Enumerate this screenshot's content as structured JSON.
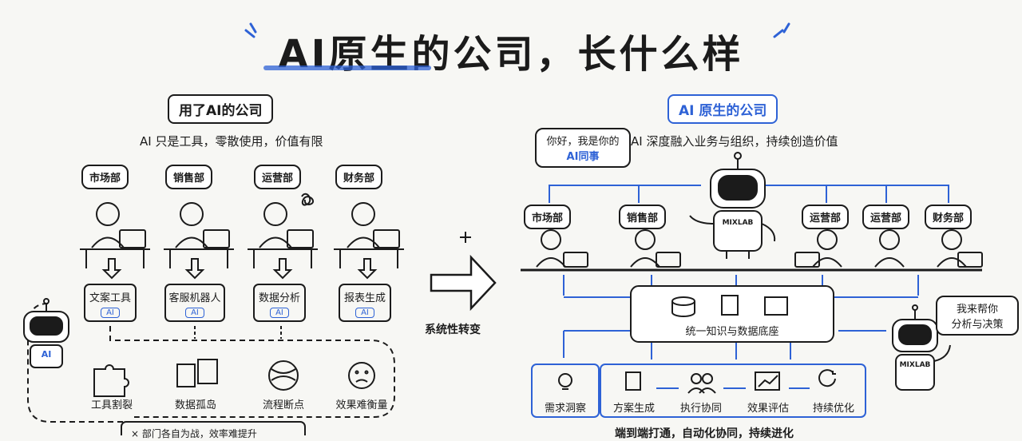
{
  "title": "AI原生的公司，长什么样",
  "left": {
    "header": "用了AI的公司",
    "subtitle": "AI 只是工具，零散使用，价值有限",
    "departments": [
      "市场部",
      "销售部",
      "运营部",
      "财务部"
    ],
    "tools": [
      "文案工具",
      "客服机器人",
      "数据分析",
      "报表生成"
    ],
    "ai_chip": "AI",
    "robot_badge": "AI",
    "problems": [
      "工具割裂",
      "数据孤岛",
      "流程断点",
      "效果难衡量"
    ],
    "footer_note": "× 部门各自为战，效率难提升"
  },
  "middle": {
    "transition": "系统性转变"
  },
  "right": {
    "header": "AI 原生的公司",
    "subtitle": "AI 深度融入业务与组织，持续创造价值",
    "greeting_line1": "你好，我是你的",
    "greeting_line2": "AI同事",
    "robot_badge": "MIXLAB",
    "departments_left": [
      "市场部",
      "销售部"
    ],
    "departments_right": [
      "运营部",
      "运营部",
      "财务部"
    ],
    "data_platform": "统一知识与数据底座",
    "helper_line1": "我来帮你",
    "helper_line2": "分析与决策",
    "helper_badge": "MIXLAB",
    "process": [
      "需求洞察",
      "方案生成",
      "执行协同",
      "效果评估",
      "持续优化"
    ],
    "footer_note": "端到端打通，自动化协同，持续进化"
  },
  "colors": {
    "accent": "#2e62d6",
    "ink": "#1b1b1b",
    "background": "#f7f7f4"
  }
}
